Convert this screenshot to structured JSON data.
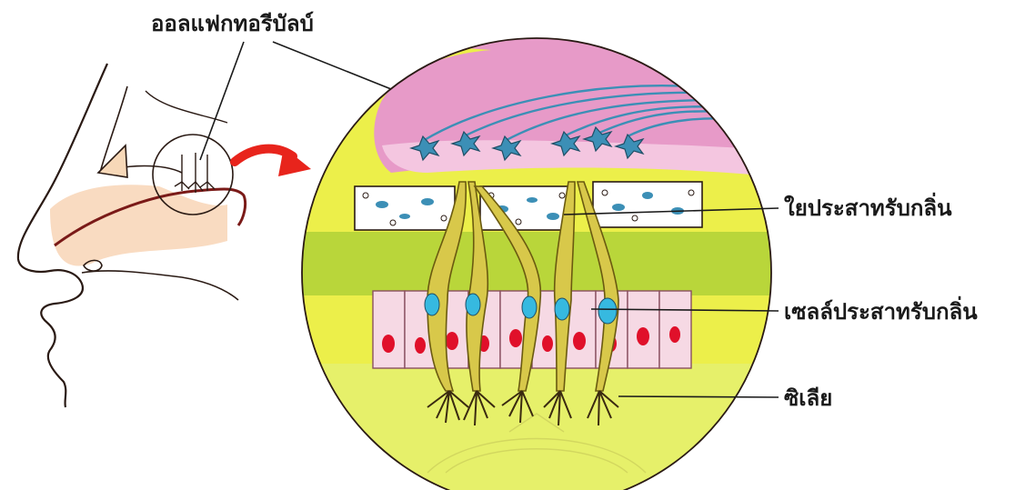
{
  "labels": {
    "olfactory_bulb": "ออลแฟกทอรีบัลบ์",
    "olfactory_nerve_fiber": "ใยประสาทรับกลิ่น",
    "olfactory_receptor_cell": "เซลล์ประสาทรับกลิ่น",
    "cilia": "ซิเลีย"
  },
  "colors": {
    "outline": "#2a1a14",
    "bulb_pink": "#e79ac8",
    "nerve_blue": "#3c8fb6",
    "mucosa_yellow": "#e9ec3c",
    "lime_band": "#b9d63a",
    "cell_pink": "#f6d9e4",
    "nucleus_red": "#e0102a",
    "receptor_nucleus": "#36b9e0",
    "neuron_body": "#d8c84a",
    "arrow_red": "#e8241c",
    "skin_shade": "#f4b98c"
  }
}
